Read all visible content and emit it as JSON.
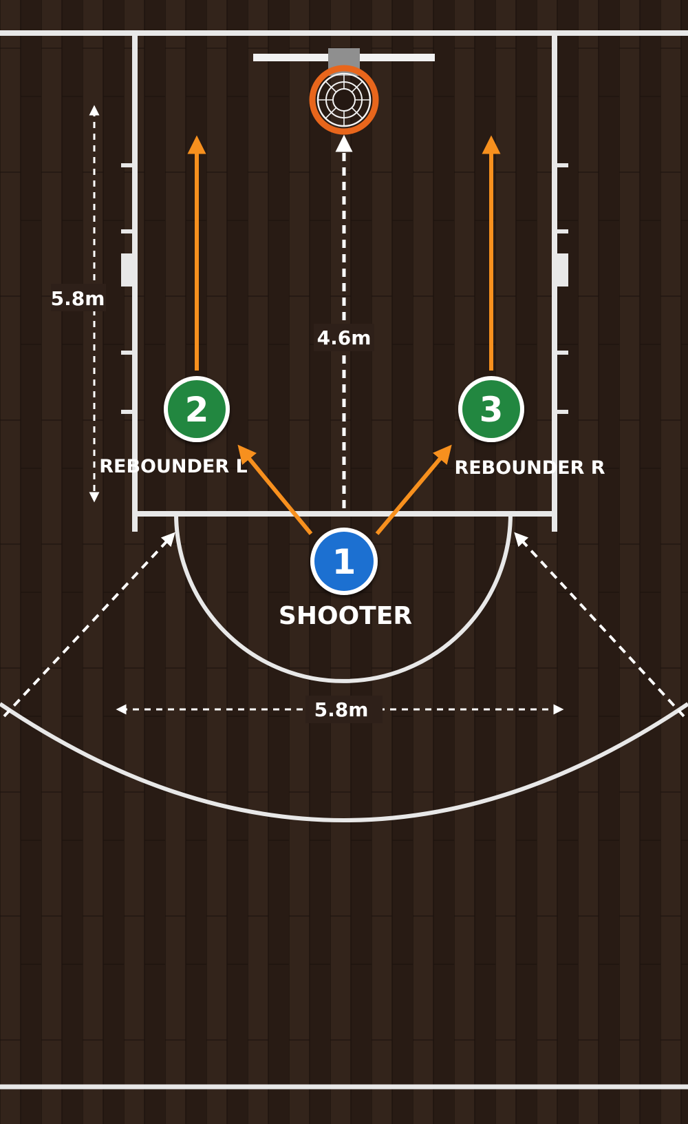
{
  "colors": {
    "floor": "#2e2019",
    "line": "#e8e8e8",
    "orange_arrow": "#f7901e",
    "shooter": "#1f6fd1",
    "rebounder": "#22873f",
    "rim": "#e8661c"
  },
  "players": {
    "shooter": {
      "number": "1",
      "label": "SHOOTER"
    },
    "rebounder_left": {
      "number": "2",
      "label": "REBOUNDER L"
    },
    "rebounder_right": {
      "number": "3",
      "label": "REBOUNDER R"
    }
  },
  "dimensions": {
    "lane_length": "5.8m",
    "shot_distance": "4.6m",
    "lane_width": "5.8m"
  },
  "icons": {
    "hoop": "basketball-hoop-icon"
  }
}
